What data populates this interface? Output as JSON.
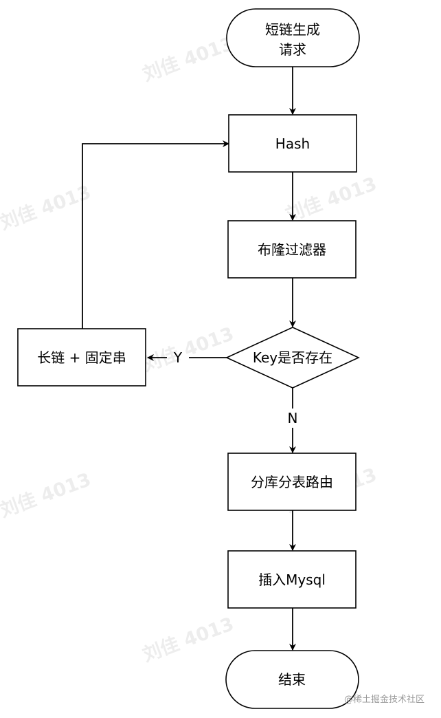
{
  "nodes": {
    "start": {
      "lines": [
        "短链生成",
        "请求"
      ]
    },
    "hash": {
      "label": "Hash"
    },
    "bloom_filter": {
      "label": "布隆过滤器"
    },
    "key_exists": {
      "label": "Key是否存在"
    },
    "append_suffix": {
      "label": "长链 + 固定串"
    },
    "shard_routing": {
      "label": "分库分表路由"
    },
    "insert_mysql": {
      "label": "插入Mysql"
    },
    "end": {
      "label": "结束"
    }
  },
  "edges": {
    "yes_label": "Y",
    "no_label": "N"
  },
  "watermark": {
    "text": "刘佳 4013"
  },
  "corner_credit": {
    "text": "@稀土掘金技术社区"
  }
}
